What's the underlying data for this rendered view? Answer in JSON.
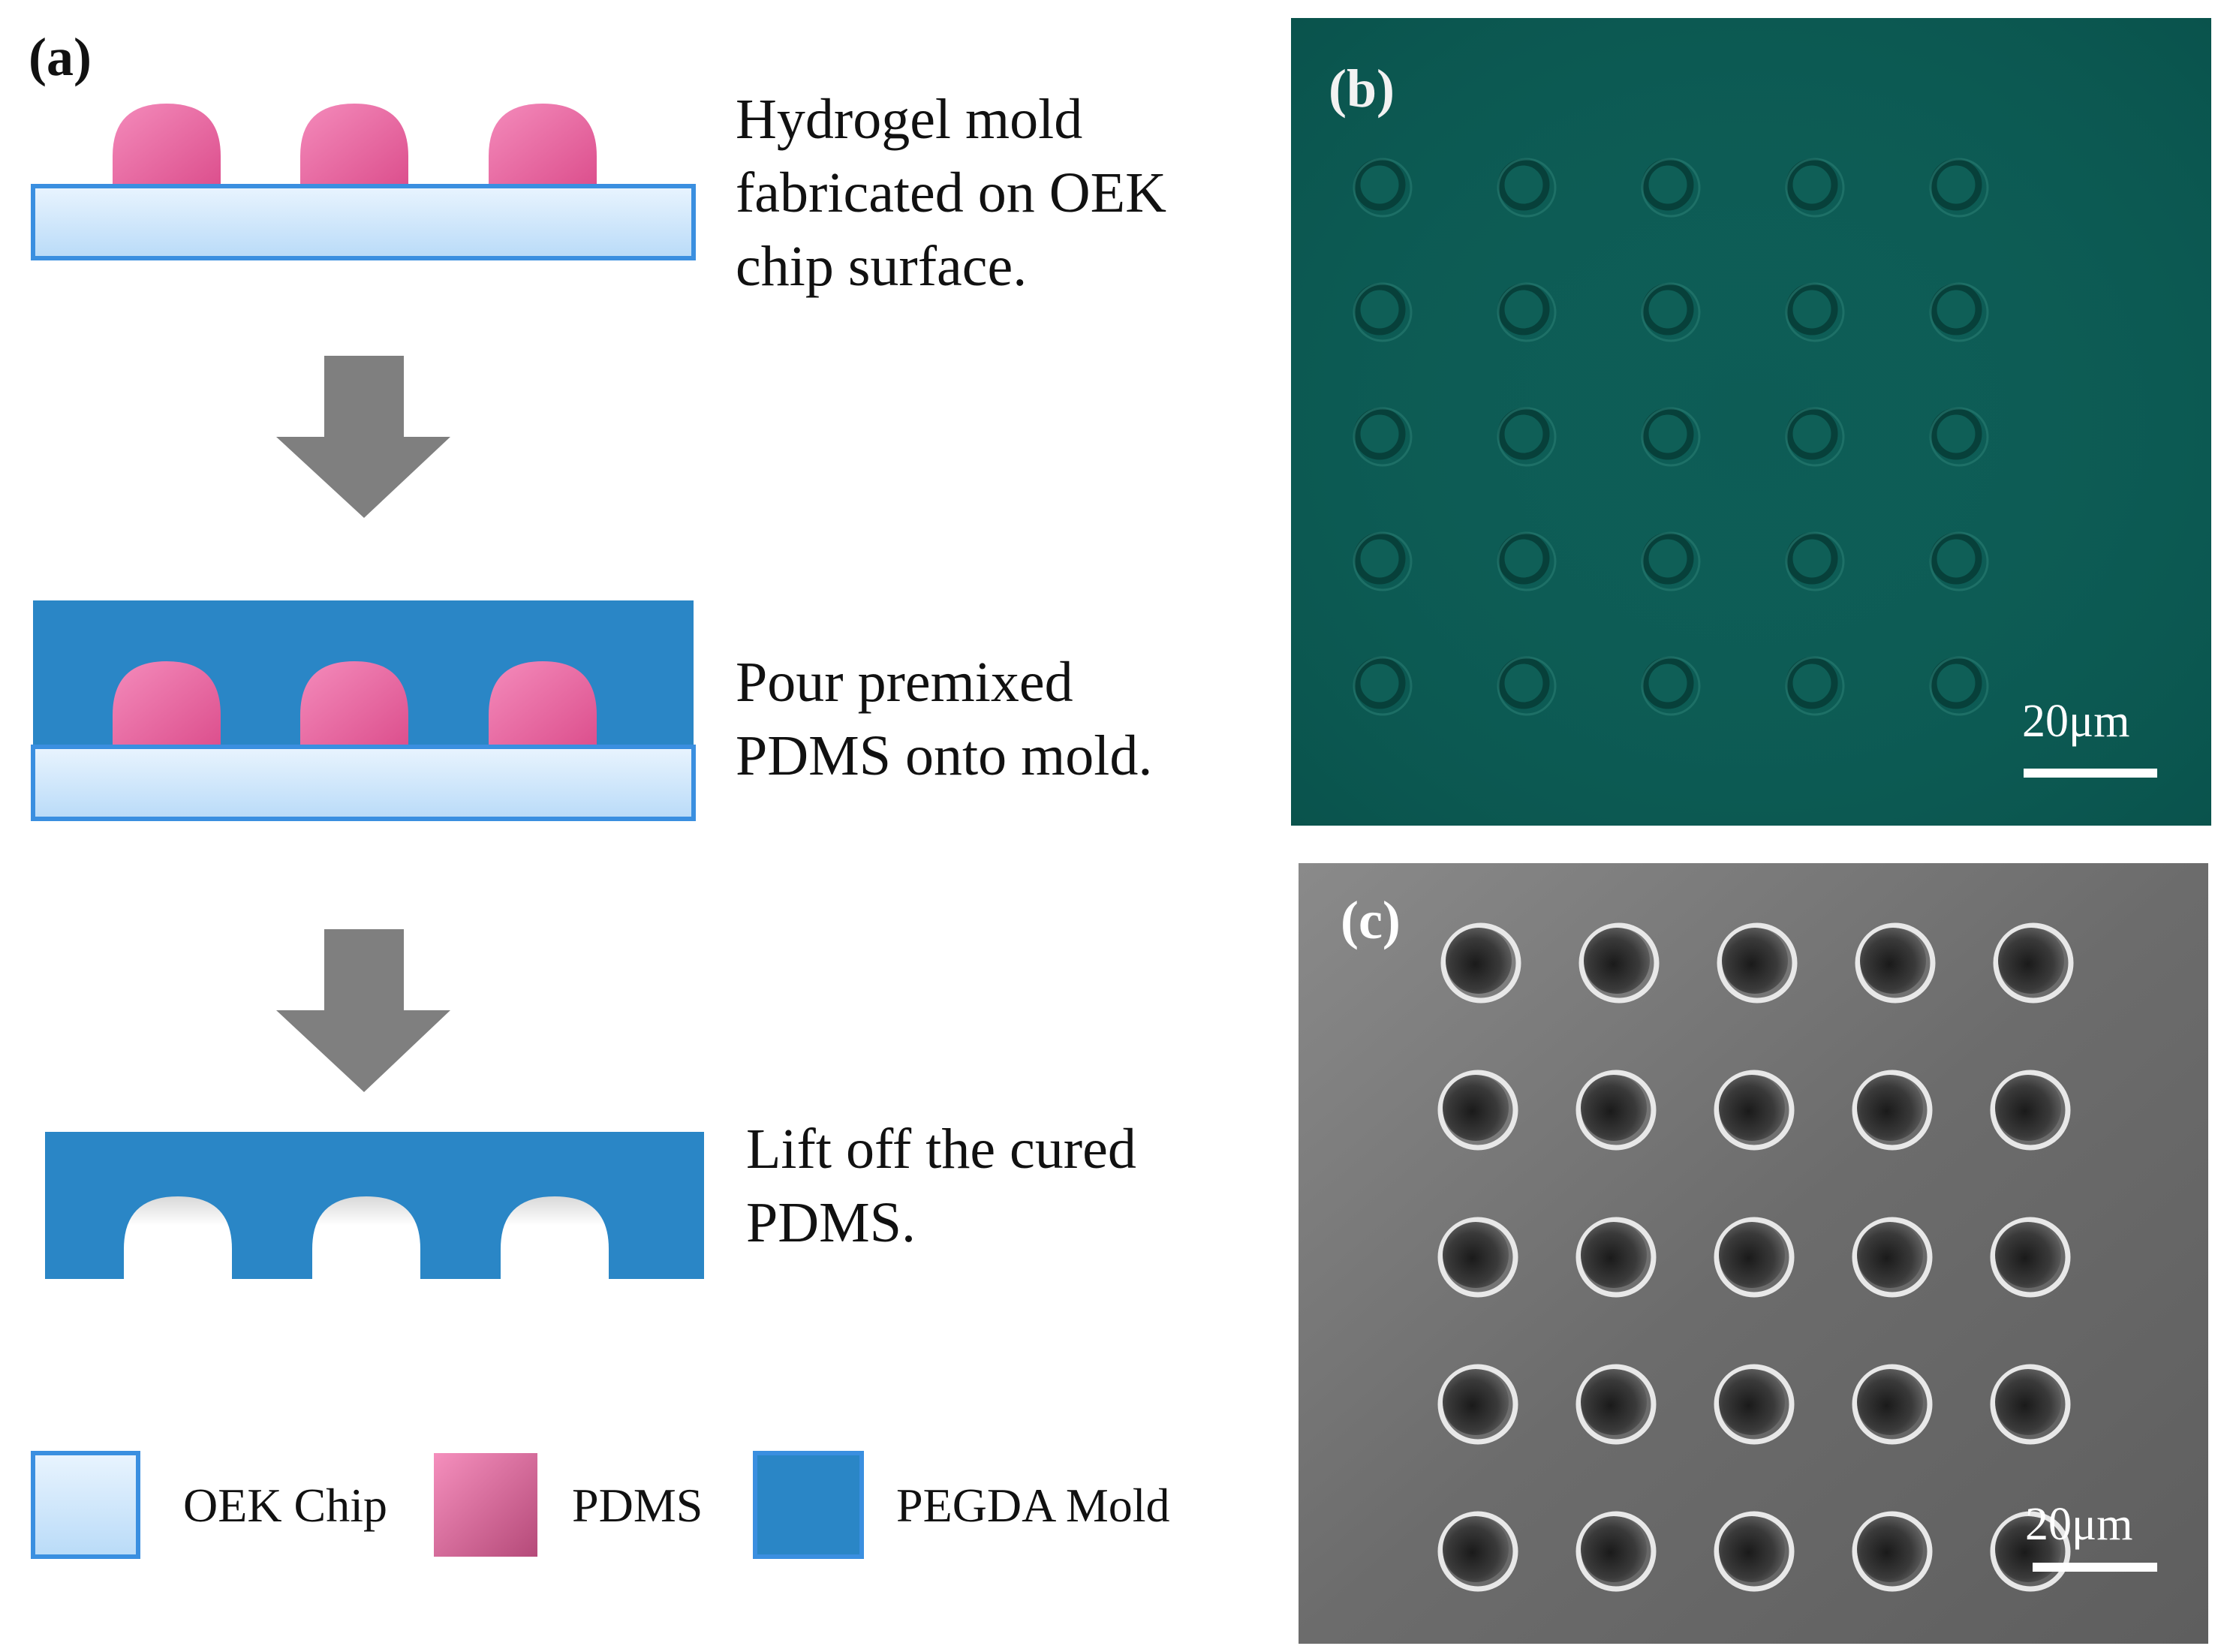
{
  "panels": {
    "a_label": "(a)",
    "b_label": "(b)",
    "c_label": "(c)"
  },
  "steps": [
    {
      "text": "Hydrogel mold\nfabricated on OEK\nchip surface."
    },
    {
      "text": "Pour premixed\nPDMS onto mold."
    },
    {
      "text": "Lift off the cured\nPDMS."
    }
  ],
  "legend": [
    {
      "label": "OEK Chip",
      "color": "#cfe6fb"
    },
    {
      "label": "PDMS",
      "color": "#e8699f"
    },
    {
      "label": "PEGDA Mold",
      "color": "#2a86c6"
    }
  ],
  "micrographs": {
    "b_scalebar": "20μm",
    "c_scalebar": "20μm",
    "b_grid": {
      "rows": 5,
      "cols": 5
    },
    "c_grid": {
      "rows": 5,
      "cols": 5
    }
  },
  "colors": {
    "chip": "#cfe6fb",
    "pdms": "#e8699f",
    "pegda": "#2a86c6",
    "arrow": "#7f7f7f",
    "optical_bg": "#0d5c55",
    "sem_bg": "#6e6e6e"
  }
}
